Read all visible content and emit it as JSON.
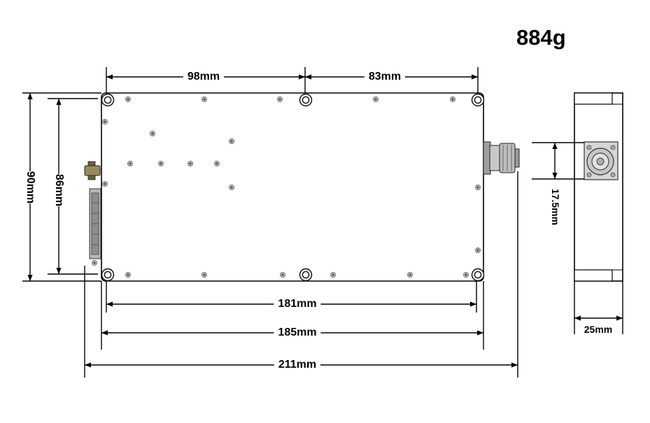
{
  "weight": "884g",
  "dimensions": {
    "top_left": "98mm",
    "top_right": "83mm",
    "height_outer": "90mm",
    "height_inner": "86mm",
    "width_holes": "181mm",
    "width_body": "185mm",
    "width_total": "211mm",
    "connector_height": "17.5mm",
    "thickness": "25mm"
  }
}
